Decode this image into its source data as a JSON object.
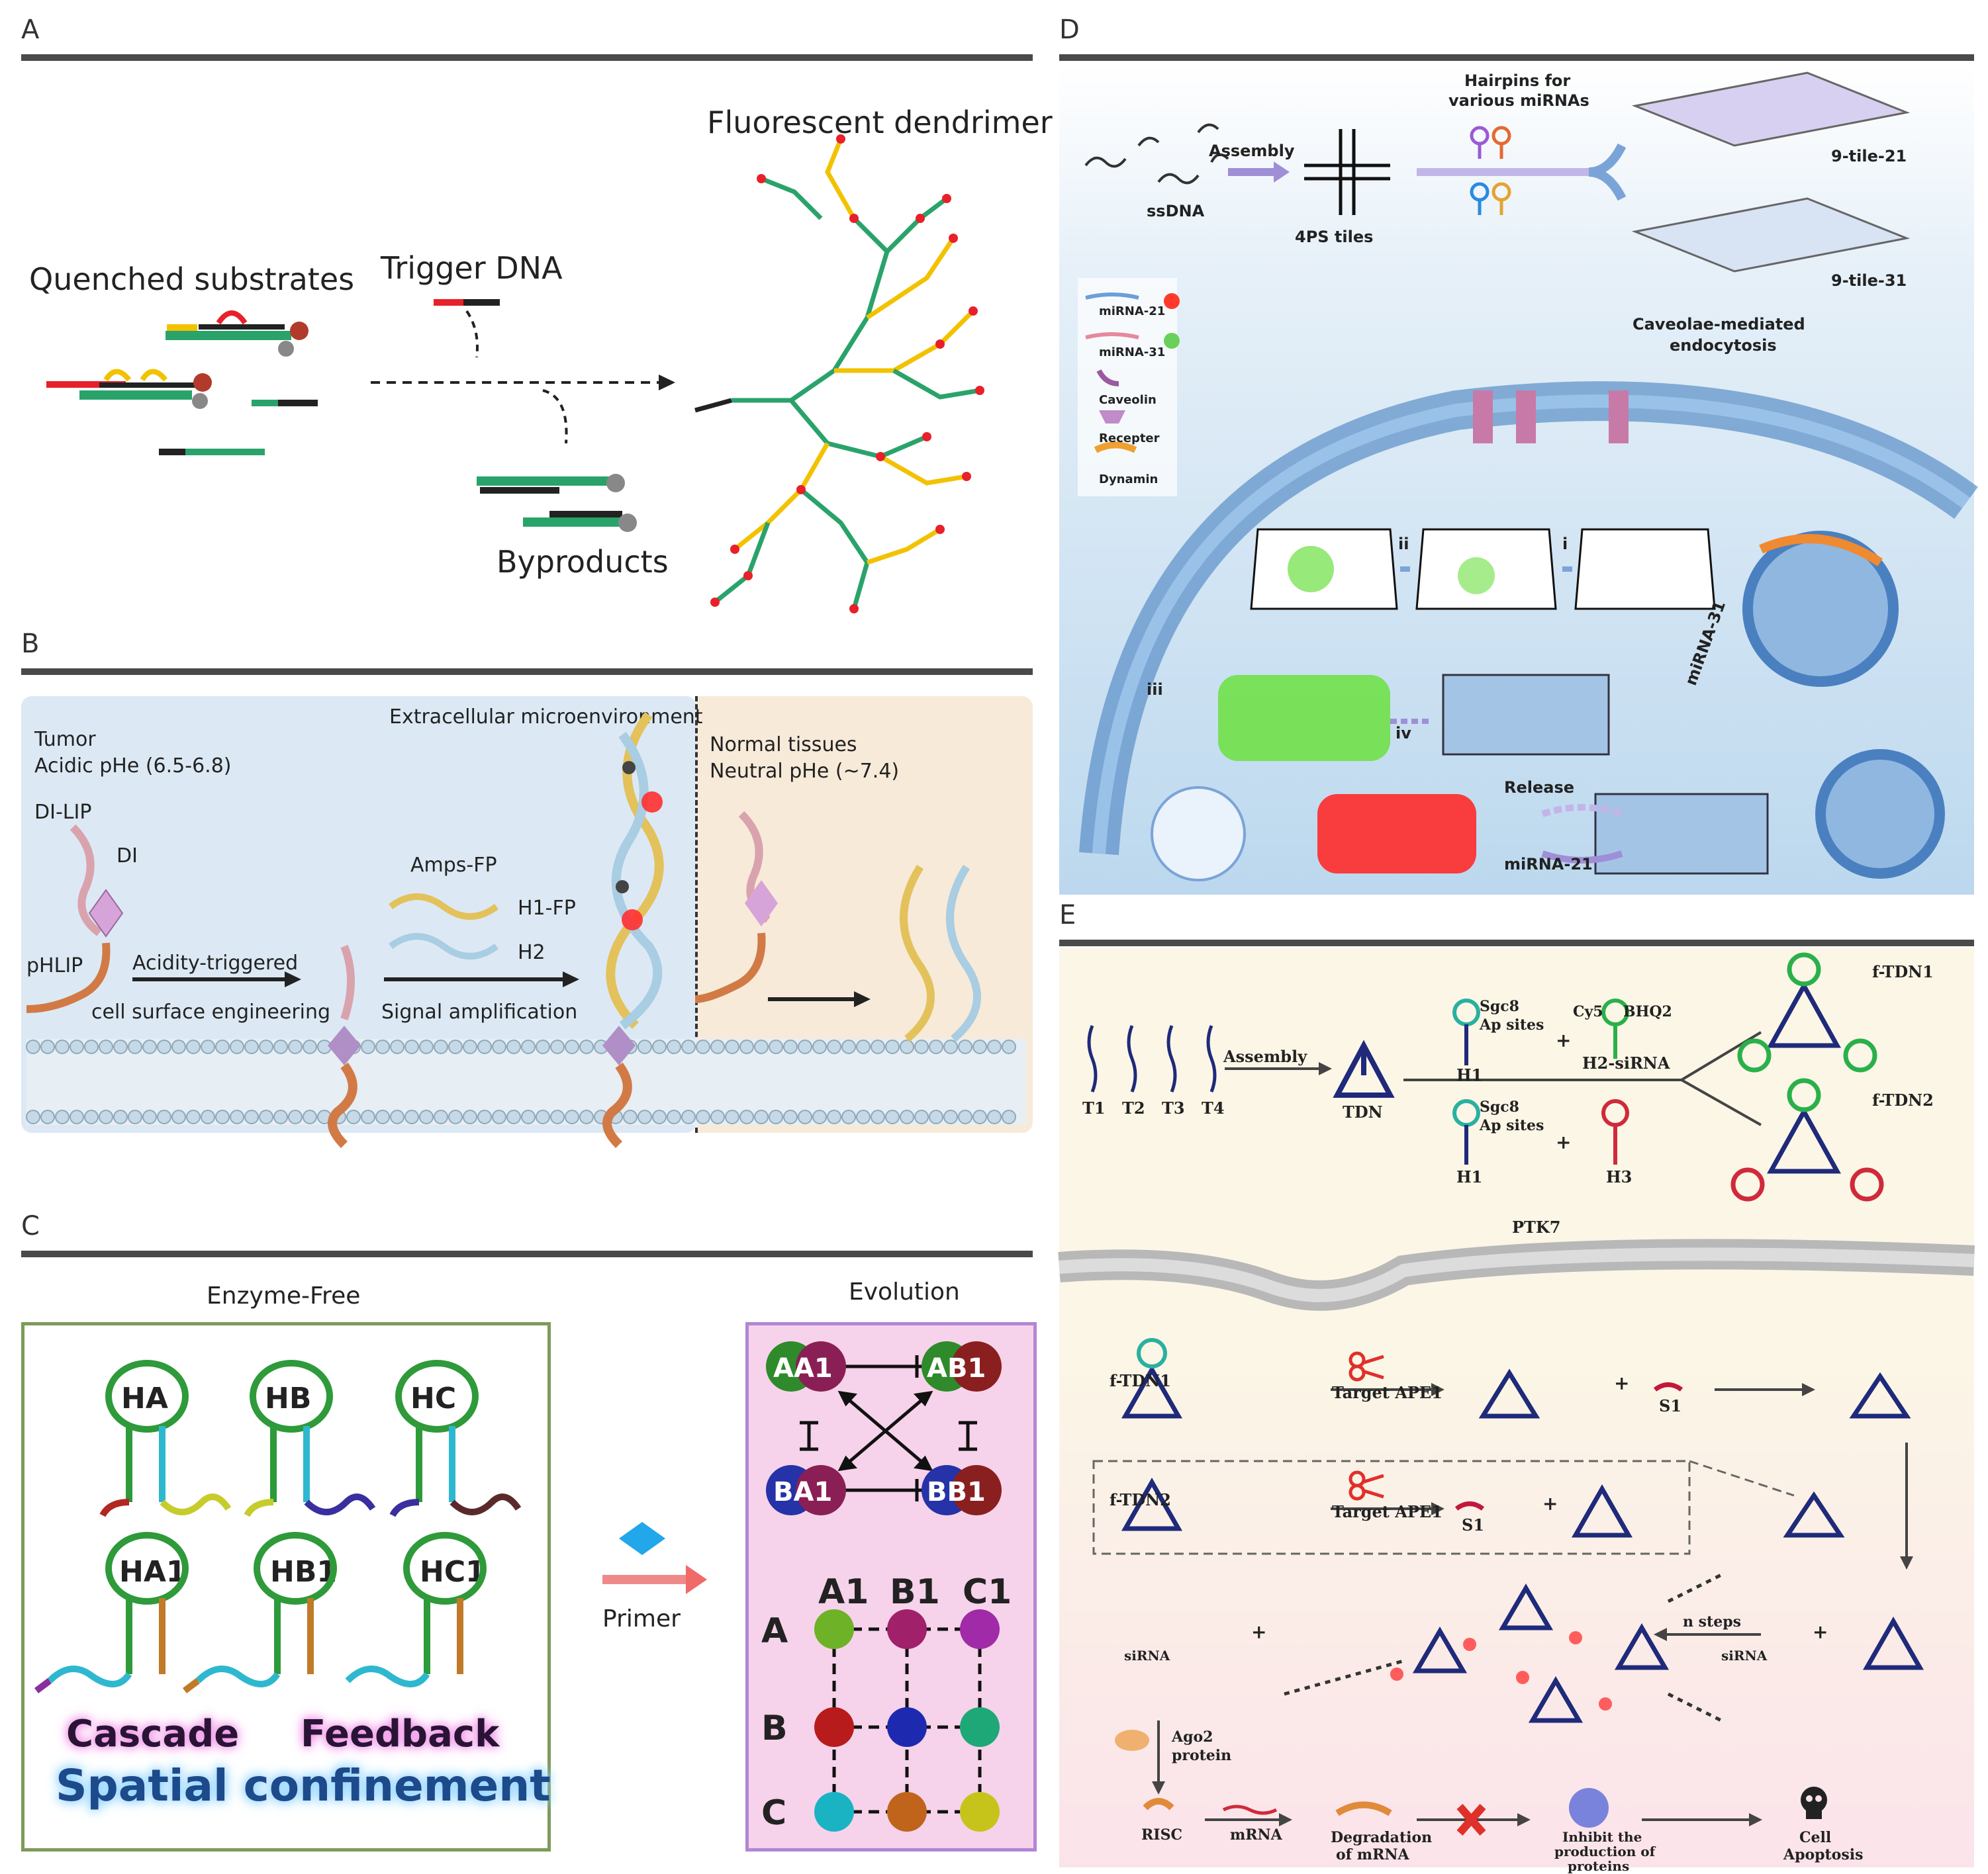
{
  "panels": {
    "A": {
      "label": "A",
      "quenched_substrates": "Quenched substrates",
      "trigger_dna": "Trigger DNA",
      "byproducts": "Byproducts",
      "fluorescent_dendrimer": "Fluorescent dendrimer"
    },
    "B": {
      "label": "B",
      "extracellular": "Extracellular microenvironment",
      "tumor": "Tumor",
      "acidic": "Acidic pHe (6.5-6.8)",
      "dilip": "DI-LIP",
      "di": "DI",
      "phlip": "pHLIP",
      "acidity_triggered": "Acidity-triggered",
      "cell_surface": "cell surface engineering",
      "amps_fp": "Amps-FP",
      "h1fp": "H1-FP",
      "h2": "H2",
      "signal_amp": "Signal amplification",
      "normal_tissues": "Normal tissues",
      "neutral": "Neutral pHe (~7.4)"
    },
    "C": {
      "label": "C",
      "enzyme_free": "Enzyme-Free",
      "evolution": "Evolution",
      "hairpins": [
        "HA",
        "HB",
        "HC",
        "HA1",
        "HB1",
        "HC1"
      ],
      "cascade": "Cascade",
      "feedback": "Feedback",
      "spatial": "Spatial confinement",
      "primer": "Primer",
      "nodes": [
        "AA1",
        "AB1",
        "BA1",
        "BB1"
      ],
      "grid_cols": [
        "A1",
        "B1",
        "C1"
      ],
      "grid_rows": [
        "A",
        "B",
        "C"
      ]
    },
    "D": {
      "label": "D",
      "ssdna": "ssDNA",
      "assembly": "Assembly",
      "tiles": "4PS tiles",
      "hairpins_for": "Hairpins for",
      "various_mirnas": "various miRNAs",
      "tile21": "9-tile-21",
      "tile31": "9-tile-31",
      "legend": [
        "miRNA-21",
        "miRNA-31",
        "Caveolin",
        "Recepter",
        "Dynamin"
      ],
      "caveolae": "Caveolae-mediated",
      "endocytosis": "endocytosis",
      "steps": [
        "i",
        "ii",
        "iii",
        "iv"
      ],
      "mirna31": "miRNA-31",
      "release": "Release",
      "mirna21": "miRNA-21"
    },
    "E": {
      "label": "E",
      "strands": [
        "T1",
        "T2",
        "T3",
        "T4"
      ],
      "assembly": "Assembly",
      "tdn": "TDN",
      "sgc8": "Sgc8",
      "ap_sites": "Ap sites",
      "h1": "H1",
      "cy5": "Cy5",
      "bhq2": "BHQ2",
      "h2sirna": "H2-siRNA",
      "h3": "H3",
      "ftdn1": "f-TDN1",
      "ftdn2": "f-TDN2",
      "ptk7": "PTK7",
      "target_ape1": "Target APE1",
      "s1": "S1",
      "plus": "+",
      "sirna": "siRNA",
      "n_steps": "n steps",
      "ago2": "Ago2",
      "protein": "protein",
      "risc": "RISC",
      "mrna": "mRNA",
      "degradation": "Degradation",
      "of_mrna": "of mRNA",
      "inhibit": "Inhibit the",
      "production": "production of",
      "proteins": "proteins",
      "cell": "Cell",
      "apoptosis": "Apoptosis"
    }
  },
  "colors": {
    "rule": "#4a4a4a",
    "panelB_bg": "#dce9f4",
    "panelB_normal": "#f7ead9",
    "panelD_bg": "#cfe3f2",
    "panelE_top": "#fbf6e6",
    "panelE_bottom": "#fbe3ea",
    "dna_green": "#2aa36b",
    "dna_yellow": "#f2c200",
    "fluor_red": "#e8202a",
    "enzyme_frame": "#7d9a5a",
    "evolution_frame": "#b286d6",
    "evolution_bg": "#f6d3ea",
    "hairpin_green": "#2e9a3a",
    "cascade_pink": "#e98bd9",
    "spatial_blue": "#1d4a8a",
    "tdn_navy": "#1f2a7a"
  }
}
